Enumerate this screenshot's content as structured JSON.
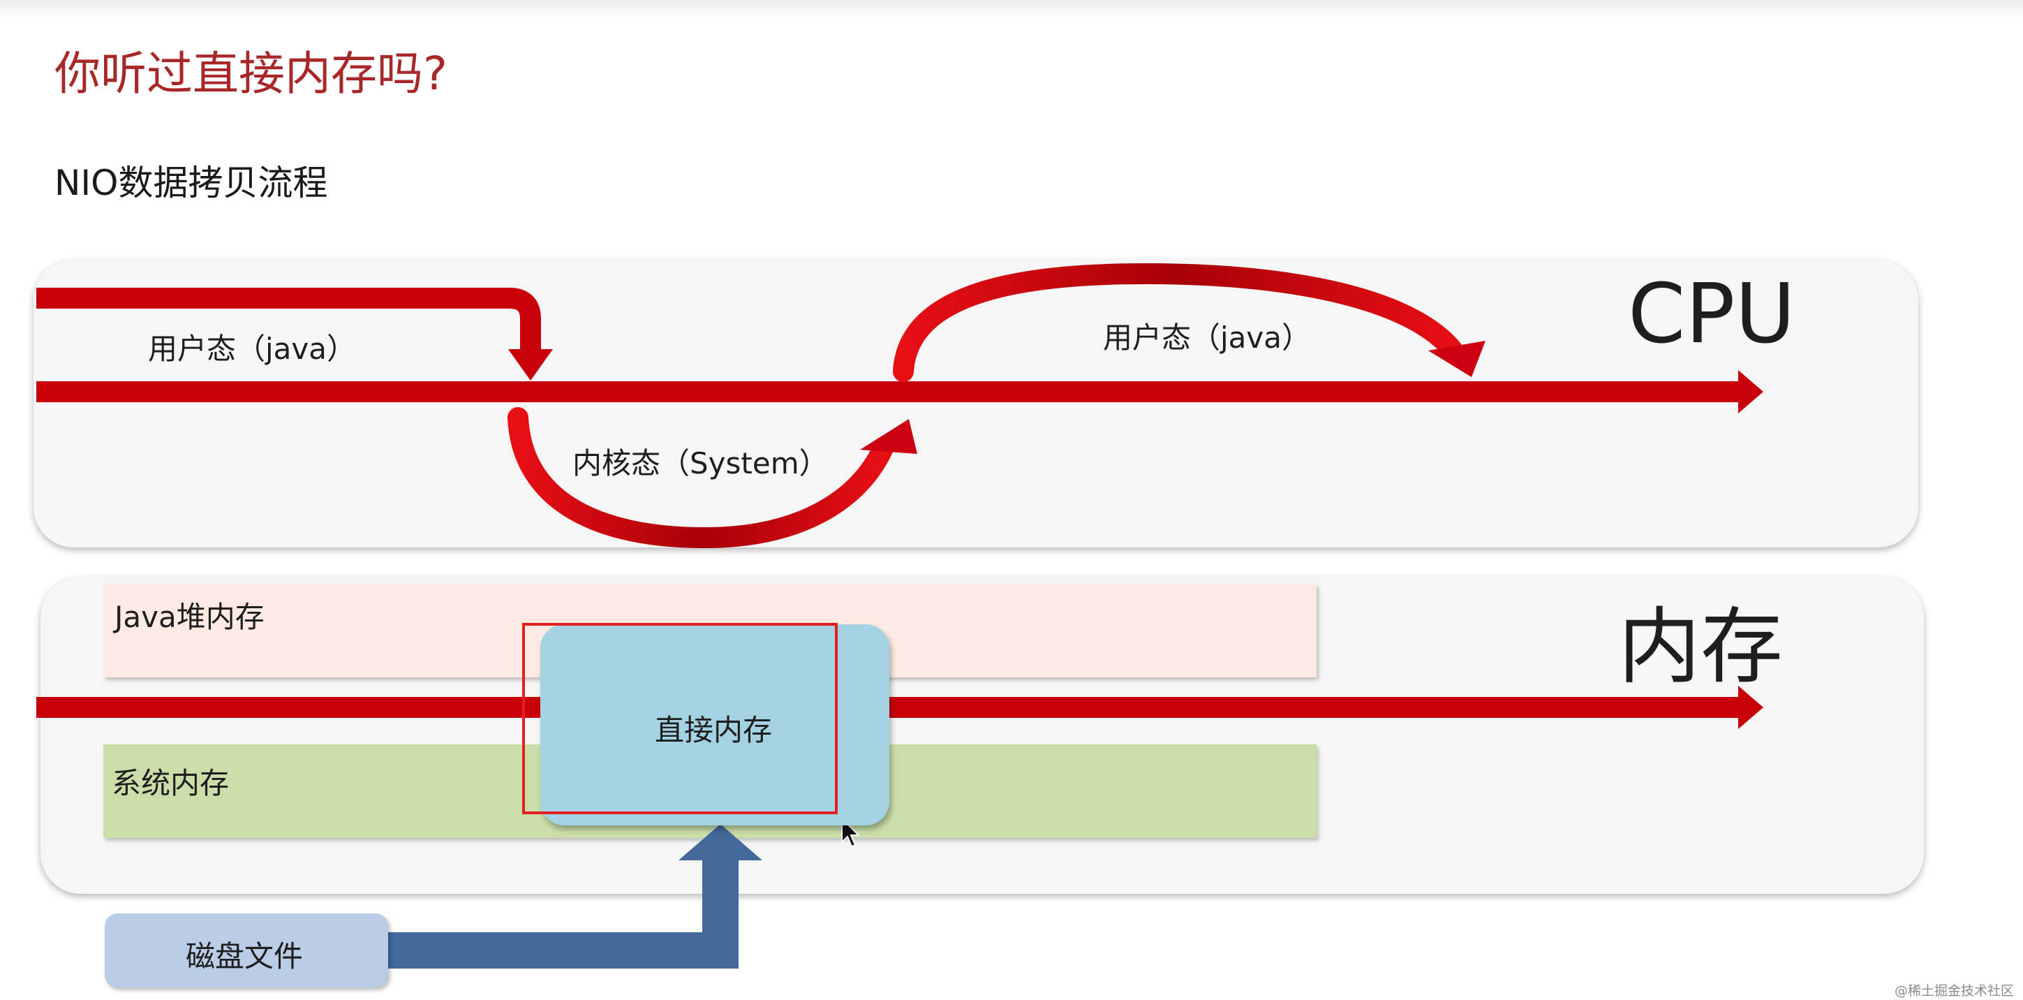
{
  "slide": {
    "title": "你听过直接内存吗?",
    "subtitle": "NIO数据拷贝流程"
  },
  "cpu": {
    "label": "CPU",
    "user_mode_left": "用户态（java）",
    "user_mode_right": "用户态（java）",
    "kernel_mode": "内核态（System）"
  },
  "memory": {
    "label": "内存",
    "java_heap": "Java堆内存",
    "system_memory": "系统内存",
    "direct_memory": "直接内存"
  },
  "disk": {
    "label": "磁盘文件"
  },
  "watermark": "@稀土掘金技术社区",
  "colors": {
    "title": "#a8282a",
    "flow_arrow": "#c8000a",
    "disk_arrow": "#43699a",
    "highlight": "#e41f22"
  }
}
